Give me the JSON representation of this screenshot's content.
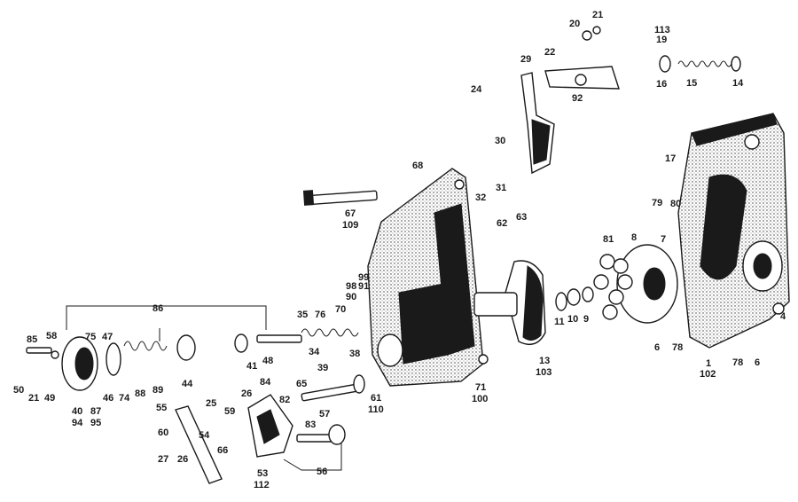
{
  "callouts": [
    "1",
    "4",
    "6",
    "6",
    "7",
    "8",
    "9",
    "10",
    "11",
    "13",
    "103",
    "14",
    "15",
    "16",
    "17",
    "19",
    "20",
    "21",
    "22",
    "24",
    "25",
    "26",
    "26",
    "27",
    "29",
    "30",
    "31",
    "32",
    "34",
    "35",
    "38",
    "39",
    "40",
    "94",
    "41",
    "44",
    "46",
    "47",
    "48",
    "49",
    "50",
    "21",
    "53",
    "112",
    "54",
    "55",
    "56",
    "57",
    "58",
    "59",
    "60",
    "61",
    "110",
    "62",
    "63",
    "65",
    "66",
    "67",
    "109",
    "68",
    "70",
    "71",
    "100",
    "74",
    "75",
    "76",
    "78",
    "78",
    "79",
    "80",
    "81",
    "82",
    "83",
    "84",
    "85",
    "86",
    "87",
    "95",
    "88",
    "89",
    "90",
    "91",
    "92",
    "98",
    "99",
    "102",
    "113"
  ]
}
